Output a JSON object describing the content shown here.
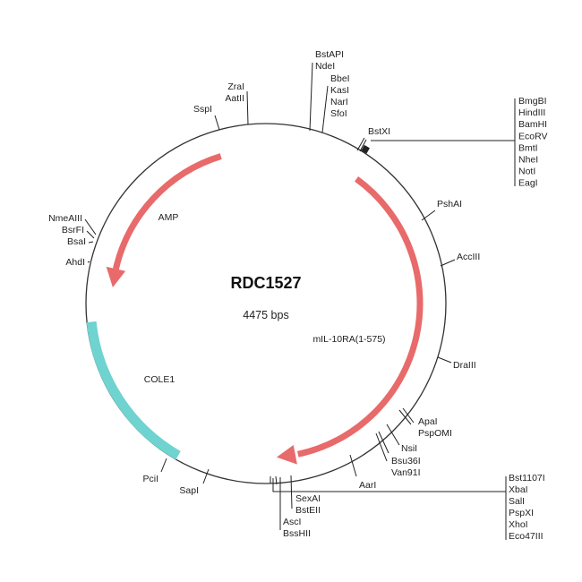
{
  "plasmid": {
    "name": "RDC1527",
    "size": "4475 bps"
  },
  "features": [
    {
      "label": "AMP",
      "color": "#e86a6a",
      "direction": "counterclockwise"
    },
    {
      "label": "mIL-10RA(1-575)",
      "color": "#e86a6a",
      "direction": "clockwise"
    },
    {
      "label": "COLE1",
      "color": "#6fd3d0"
    }
  ],
  "sites": {
    "top1": [
      "BstAPI",
      "NdeI"
    ],
    "top2": [
      "BbeI",
      "KasI",
      "NarI",
      "SfoI"
    ],
    "zra": [
      "ZraI",
      "AatII"
    ],
    "ssp": "SspI",
    "bstxi": "BstXI",
    "mcs1": [
      "BmgBI",
      "HindIII",
      "BamHI",
      "EcoRV",
      "BmtI",
      "NheI",
      "NotI",
      "EagI"
    ],
    "pshai": "PshAI",
    "acciii": "AccIII",
    "draiii": "DraIII",
    "apa": [
      "ApaI",
      "PspOMI"
    ],
    "nsi": [
      "NsiI",
      "Bsu36I",
      "Van91I"
    ],
    "aari": "AarI",
    "sex": [
      "SexAI",
      "BstEII"
    ],
    "asc": [
      "AscI",
      "BssHII"
    ],
    "mcs2": [
      "Bst1107I",
      "XbaI",
      "SalI",
      "PspXI",
      "XhoI",
      "Eco47III"
    ],
    "sapi": "SapI",
    "pcii": "PciI",
    "left": [
      "NmeAIII",
      "BsrFI",
      "BsaI"
    ],
    "ahdi": "AhdI"
  }
}
